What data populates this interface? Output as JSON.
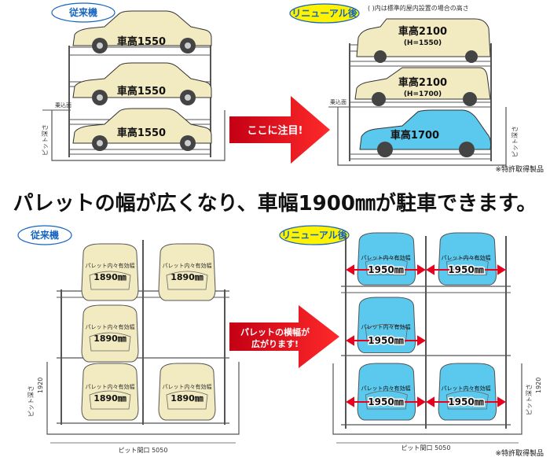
{
  "top": {
    "badge_old": "従来機",
    "badge_new": "リニューアル後",
    "note_top": "(  )内は標準的屋内設置の場合の高さ",
    "car_height_old": [
      "車高1550",
      "車高1550",
      "車高1550"
    ],
    "car_height_new_1": "車高2100",
    "car_height_new_1_sub": "(H=1550)",
    "car_height_new_2": "車高2100",
    "car_height_new_2_sub": "(H=1700)",
    "car_height_new_3": "車高1700",
    "ground_label": "乗込面",
    "pit_depth_label": "ピット深さ",
    "arrow_text": "ここに注目!",
    "patent_note": "※特許取得製品"
  },
  "headline": "パレットの幅が広くなり、車幅1900㎜が駐車できます。",
  "bottom": {
    "badge_old": "従来機",
    "badge_new": "リニューアル後",
    "pallet_label": "パレット内々有効幅",
    "width_old": "1890㎜",
    "width_new": "1950㎜",
    "pit_depth_label": "ピット深さ",
    "pit_depth_value": "1920",
    "pit_opening_label": "ピット間口 5050",
    "arrow_text_1": "パレットの横幅が",
    "arrow_text_2": "広がります!",
    "patent_note": "※特許取得製品"
  },
  "colors": {
    "old_car": "#f2eac0",
    "new_car": "#5bc8ee",
    "red": "#e8001c",
    "badge_old_bg": "#ffffff",
    "badge_new_bg": "#fff200",
    "badge_text": "#1565c0"
  }
}
